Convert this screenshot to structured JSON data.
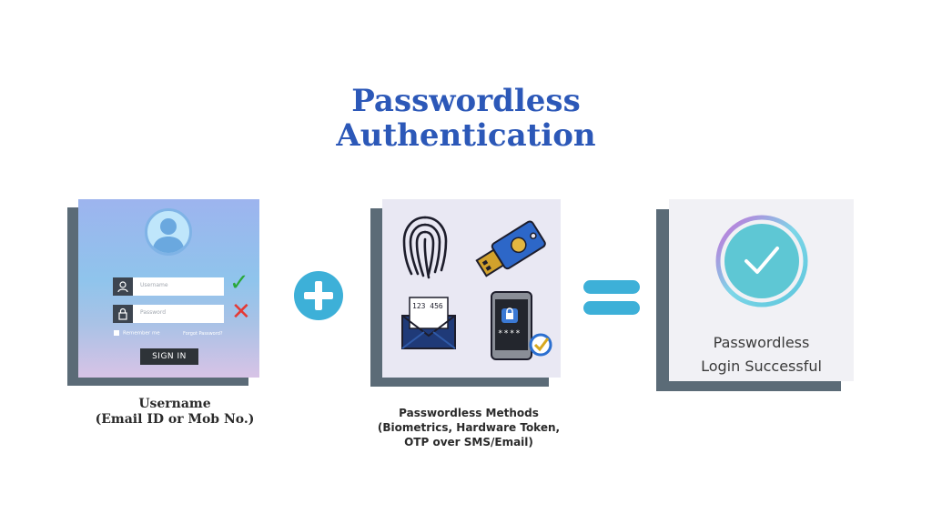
{
  "title": {
    "line1": "Passwordless",
    "line2": "Authentication"
  },
  "login_card": {
    "username_placeholder": "Username",
    "password_placeholder": "Password",
    "remember_label": "Remember me",
    "forgot_label": "Forgot Password?",
    "signin_label": "SIGN IN",
    "valid_mark": "✓",
    "invalid_mark": "✕"
  },
  "methods_card": {
    "otp_code": "123 456",
    "pin_mask": "****"
  },
  "success_card": {
    "line1": "Passwordless",
    "line2": "Login Successful"
  },
  "captions": {
    "username": {
      "line1": "Username",
      "line2": "(Email ID or Mob No.)"
    },
    "methods": {
      "line1": "Passwordless Methods",
      "line2": "(Biometrics, Hardware Token,",
      "line3": "OTP over SMS/Email)"
    }
  },
  "colors": {
    "title": "#2c58b8",
    "operator": "#3db0d8",
    "check_green": "#2aa83a",
    "cross_red": "#e53935",
    "shadow": "#5b6b77"
  },
  "icons": [
    "plus-icon",
    "equals-icon",
    "fingerprint-icon",
    "usb-key-icon",
    "envelope-icon",
    "phone-lock-icon",
    "check-circle-icon"
  ]
}
